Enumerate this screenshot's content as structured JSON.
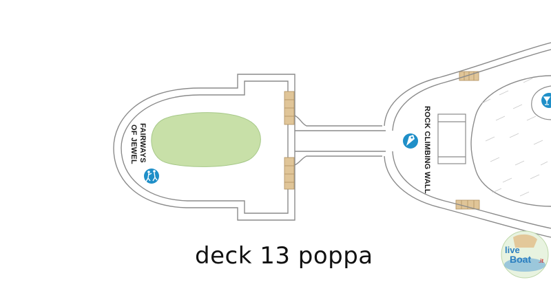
{
  "caption": "deck 13 poppa",
  "labels": {
    "fairways_line1": "FAIRWAYS",
    "fairways_line2": "OF JEWEL",
    "rock_climbing": "ROCK CLIMBING WALL"
  },
  "icons": {
    "mini_golf": "mini-golf-icon",
    "rock_climbing": "rock-climbing-icon",
    "cocktail": "cocktail-icon"
  },
  "logo": {
    "text_live": "live",
    "text_boat": "Boat",
    "text_it": ".it"
  },
  "colors": {
    "outline": "#8a8a8a",
    "deck_fill": "#ffffff",
    "green": "#c8e0a8",
    "icon_blue": "#1f8fc8",
    "stairs": "#e0c598",
    "caption": "#111111"
  }
}
